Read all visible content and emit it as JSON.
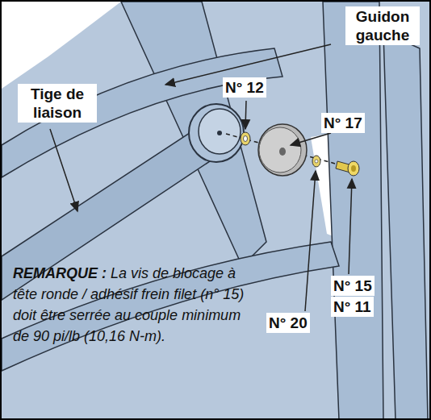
{
  "diagram": {
    "labels": [
      "Guidon gauche",
      "Tige de liaison",
      "N° 12",
      "N° 17",
      "N° 15",
      "N° 11",
      "N° 20",
      "REMARQUE :",
      "La vis de blocage à tête ronde / adhésif frein filet (n° 15) doit être serrée au couple minimum de 90 pi/lb (10,16 N-m)."
    ]
  }
}
